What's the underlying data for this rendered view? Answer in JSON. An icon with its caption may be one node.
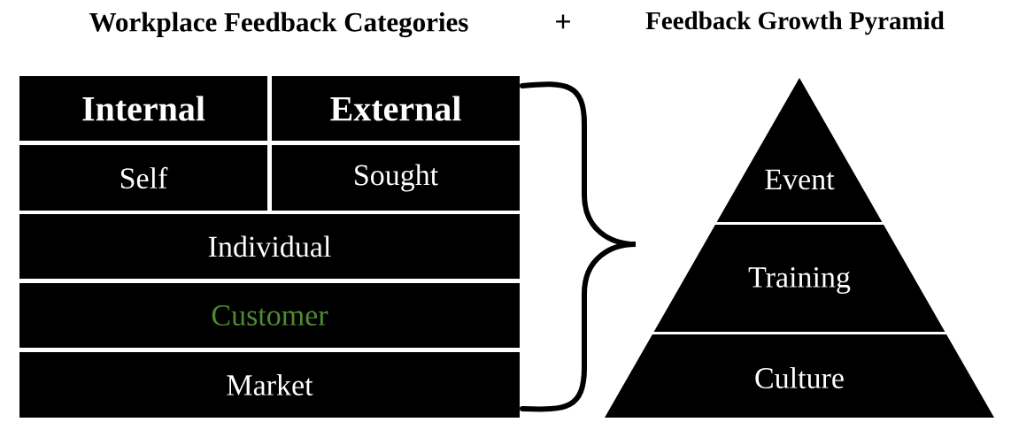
{
  "diagram": {
    "title": "Workplace Feedback Categories",
    "nodes": [
      {
        "text": [
          "Internal"
        ]
      },
      {
        "text": [
          "External"
        ]
      },
      {
        "text": [
          "Self"
        ]
      },
      {
        "text": [
          "Sought"
        ]
      },
      {
        "text": [
          "Individual"
        ]
      },
      {
        "text": [
          "Customer"
        ]
      },
      {
        "text": [
          "Market"
        ]
      },
      {
        "text": [
          "Event"
        ]
      },
      {
        "text": [
          "Training"
        ]
      },
      {
        "text": [
          "Culture"
        ]
      }
    ],
    "labels": [
      "+",
      "Feedback Growth Pyramid"
    ]
  }
}
